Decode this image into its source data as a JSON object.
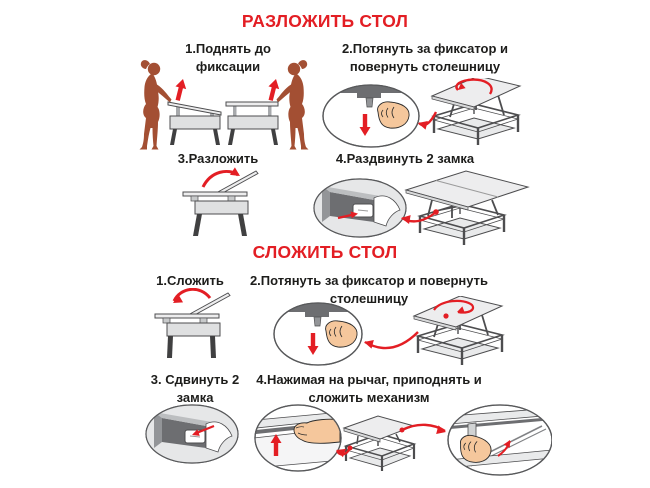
{
  "colors": {
    "background": "#ffffff",
    "title_red": "#e31e24",
    "arrow_red": "#e31e24",
    "text_black": "#1d1d1b",
    "silhouette_brown": "#a34f33",
    "table_light": "#ededee",
    "table_mid": "#bcbec0",
    "table_dark": "#6d6e71",
    "outline": "#4d4d4f",
    "skin": "#f5c79c"
  },
  "unfold": {
    "title": "РАЗЛОЖИТЬ СТОЛ",
    "steps": [
      {
        "label": "1.Поднять до фиксации"
      },
      {
        "label": "2.Потянуть за фиксатор и повернуть столешницу"
      },
      {
        "label": "3.Разложить"
      },
      {
        "label": "4.Раздвинуть 2 замка"
      }
    ]
  },
  "fold": {
    "title": "СЛОЖИТЬ СТОЛ",
    "steps": [
      {
        "label": "1.Сложить"
      },
      {
        "label": "2.Потянуть за фиксатор и повернуть столешницу"
      },
      {
        "label": "3. Сдвинуть 2 замка"
      },
      {
        "label": "4.Нажимая на рычаг, приподнять и сложить механизм"
      }
    ]
  }
}
